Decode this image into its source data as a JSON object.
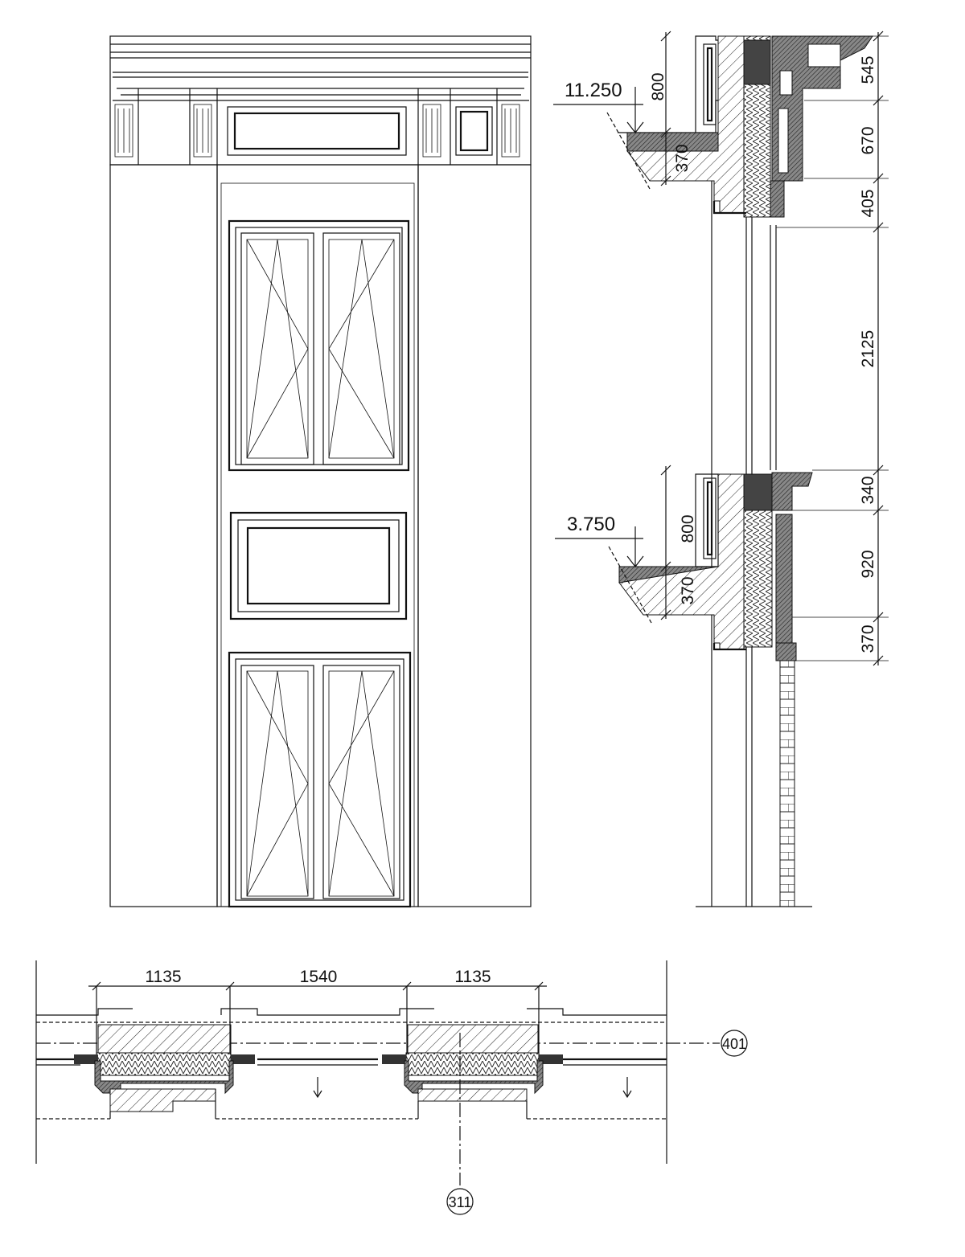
{
  "elevation": {
    "title": "facade-elevation"
  },
  "section": {
    "levels": {
      "upper": "11.250",
      "lower": "3.750"
    },
    "left_dims": {
      "upper_a": "800",
      "upper_b": "370",
      "lower_a": "800",
      "lower_b": "370"
    },
    "right_dims": [
      "545",
      "670",
      "405",
      "2125",
      "340",
      "920",
      "370"
    ]
  },
  "plan": {
    "dims": [
      "1135",
      "1540",
      "1135"
    ],
    "axis_labels": {
      "horizontal": "401",
      "vertical": "311"
    }
  }
}
